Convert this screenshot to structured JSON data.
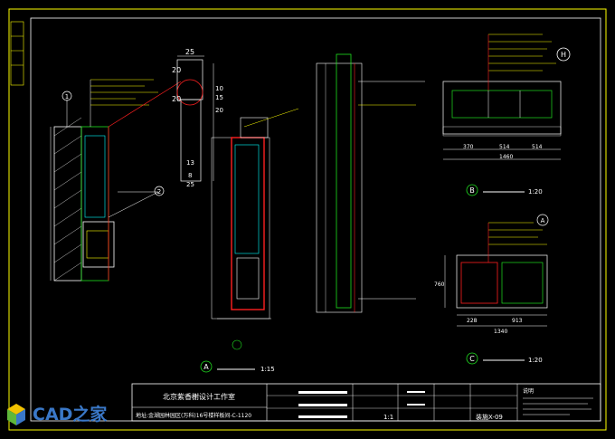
{
  "title_block": {
    "studio": "北京紫香榭设计工作室",
    "drawing_title": "地址:金湖园林园区(万科)16号楼样板间-C-1120",
    "scale": "1:1",
    "sheet_no": "装施X-09",
    "notes_title": "说明"
  },
  "views": {
    "a_label": "A",
    "a_scale": "1:15",
    "b_label": "B",
    "b_scale": "1:20",
    "c_label": "C",
    "c_scale": "1:20",
    "h_label": "H",
    "callout_1": "1",
    "callout_2": "2"
  },
  "dims": {
    "top_w": "25",
    "top_h1": "20",
    "top_h2": "20",
    "d1": "10",
    "d2": "15",
    "d3": "20",
    "d4": "13",
    "d5": "8",
    "d6": "25",
    "b_a": "370",
    "b_b": "514",
    "b_c": "514",
    "b_total": "1460",
    "c_a": "228",
    "c_b": "913",
    "c_total": "1340",
    "c_h": "760"
  },
  "watermark": {
    "brand": "CAD之家"
  },
  "colors": {
    "cad_white": "#ffffff",
    "cad_red": "#ff2020",
    "cad_green": "#20e020",
    "cad_yellow": "#ffff00",
    "cad_cyan": "#00ffff",
    "brand_blue": "#3a78c8"
  }
}
